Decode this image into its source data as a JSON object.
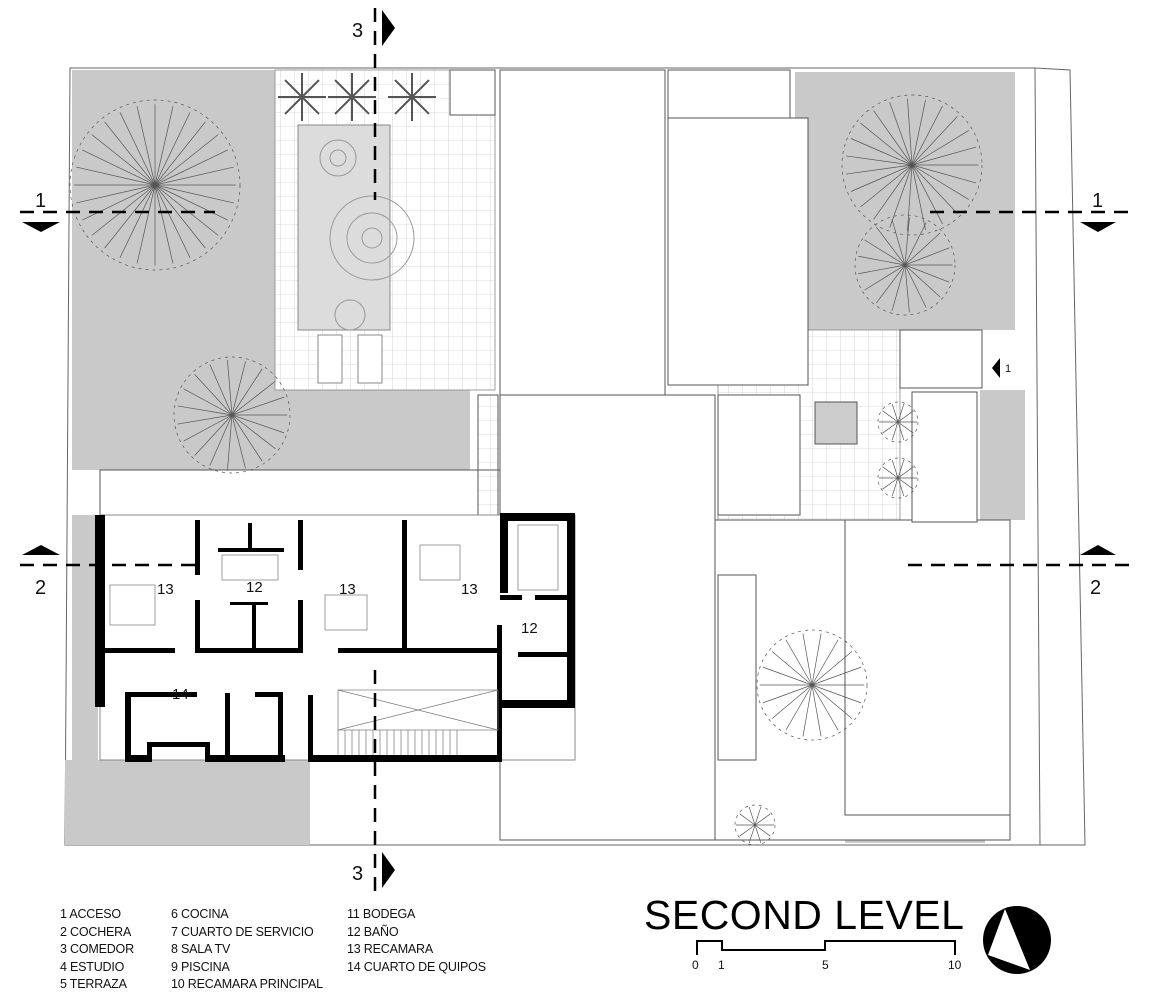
{
  "title": "SECOND LEVEL",
  "scale_bar": {
    "ticks": [
      "0",
      "1",
      "5",
      "10"
    ]
  },
  "north_arrow": "north-arrow-icon",
  "section_markers": {
    "section_1": "1",
    "section_2": "2",
    "section_3": "3",
    "entry_marker": "1"
  },
  "rooms": [
    {
      "number": "13"
    },
    {
      "number": "12"
    },
    {
      "number": "13"
    },
    {
      "number": "13"
    },
    {
      "number": "12"
    },
    {
      "number": "14"
    }
  ],
  "legend": {
    "col1": [
      "1 ACCESO",
      "2 COCHERA",
      "3 COMEDOR",
      "4 ESTUDIO",
      "5 TERRAZA"
    ],
    "col2": [
      "6 COCINA",
      "7 CUARTO DE SERVICIO",
      "8 SALA TV",
      "9 PISCINA",
      "10 RECAMARA PRINCIPAL"
    ],
    "col3": [
      "11 BODEGA",
      "12 BAÑO",
      "13 RECAMARA",
      "14 CUARTO DE QUIPOS"
    ]
  },
  "colors": {
    "garden": "#c9c9c9",
    "walls": "#000000",
    "lines": "#555555",
    "pool": "#dcdcdc"
  }
}
